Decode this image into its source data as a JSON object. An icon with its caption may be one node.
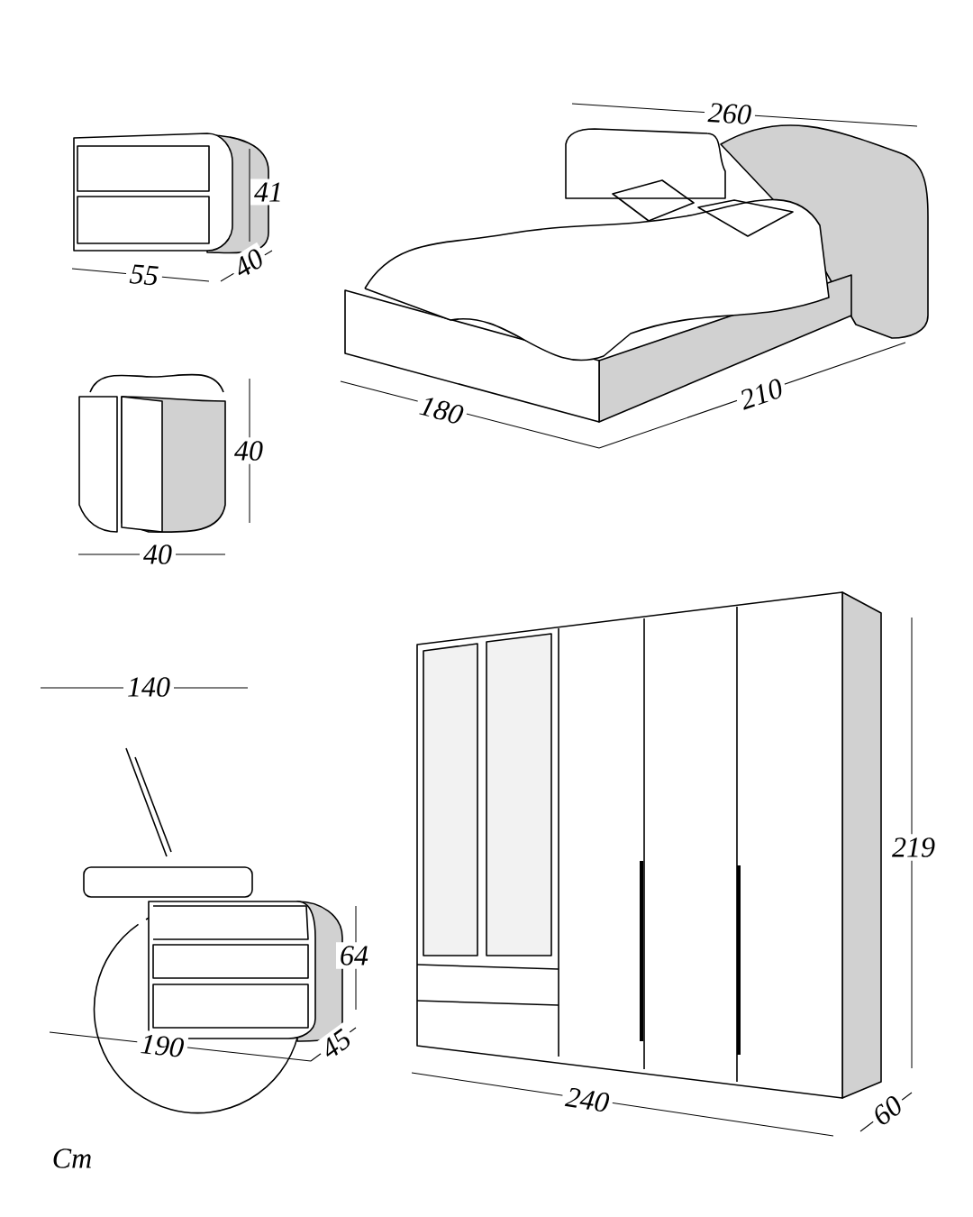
{
  "diagram": {
    "labels": [
      "260",
      "41",
      "40",
      "55",
      "180",
      "210",
      "40",
      "40",
      "140",
      "219",
      "64",
      "190",
      "45",
      "240",
      "60",
      "Cm"
    ]
  }
}
